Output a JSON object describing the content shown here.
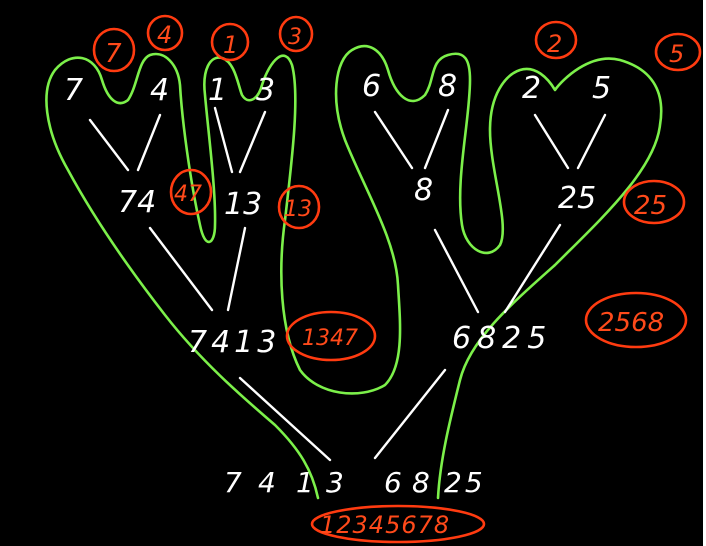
{
  "colors": {
    "background": "#000000",
    "ink": "#ffffff",
    "annotation": "#ff3b10",
    "trace": "#7cf04a"
  },
  "tree": {
    "leaves": [
      "7",
      "4",
      "1",
      "3",
      "6",
      "8",
      "2",
      "5"
    ],
    "level1": [
      "74",
      "13",
      "8",
      "25"
    ],
    "level2": [
      "7413",
      "6825"
    ],
    "root": [
      "7",
      "4",
      "1",
      "3",
      "6",
      "8",
      "25"
    ]
  },
  "annotations": {
    "leaves": [
      "7",
      "4",
      "1",
      "3",
      "2",
      "5"
    ],
    "sorted_74": "47",
    "sorted_13": "13",
    "sorted_25": "25",
    "sorted_7413": "1347",
    "sorted_6825": "2568",
    "sorted_root": "12345678"
  }
}
